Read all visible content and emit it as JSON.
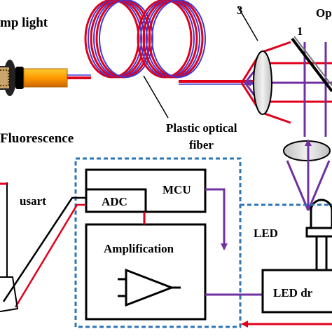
{
  "labels": {
    "pump_light": "mp light",
    "fluorescence": "Fluorescence",
    "plastic_fiber_line1": "Plastic optical",
    "plastic_fiber_line2": "fiber",
    "num_3": "3",
    "num_1": "1",
    "op_partial": "Op",
    "usart": "usart",
    "adc": "ADC",
    "mcu": "MCU",
    "amplification": "Amplification",
    "led": "LED",
    "led_driver": "LED dr"
  },
  "colors": {
    "fiber_red": "#e0001b",
    "fiber_blue": "#3a3ad8",
    "signal_purple": "#7030a0",
    "signal_red": "#e0001b",
    "dashed_border": "#2e75b6",
    "lens_fill": "#d9d9d9",
    "connector_orange": "#ffa500",
    "connector_gold": "#c48a00"
  },
  "icons": [
    "fiber-coil-icon",
    "lens-icon",
    "amplifier-icon",
    "led-icon",
    "fiber-connector-icon"
  ]
}
